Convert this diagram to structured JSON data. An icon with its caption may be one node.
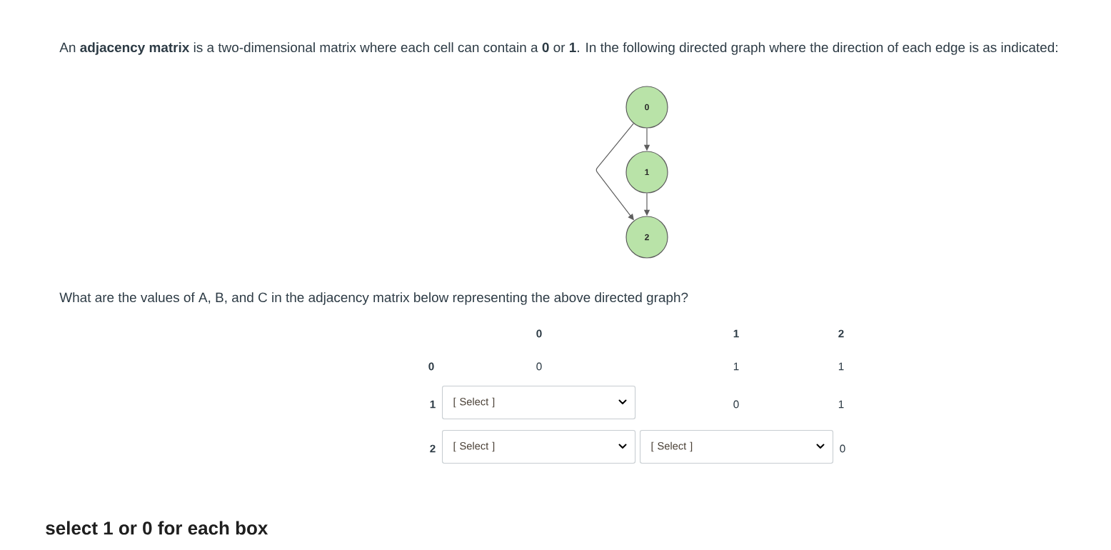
{
  "diagram": {
    "nodes": [
      {
        "text": [
          "0"
        ]
      },
      {
        "text": [
          "1"
        ]
      },
      {
        "text": [
          "2"
        ]
      }
    ],
    "edges": [
      {
        "from": 0,
        "to": 1,
        "arrow": "to"
      },
      {
        "from": 1,
        "to": 2,
        "arrow": "to"
      },
      {
        "from": 0,
        "to": 2,
        "arrow": "to"
      }
    ],
    "labels": [
      "An **adjacency matrix** is a two-dimensional matrix where each cell can contain a **0** or **1**. In the following directed graph where the direction of each edge is as indicated:",
      "What are the values of A, B, and C in the adjacency matrix below representing the above directed graph?",
      "0",
      "1",
      "2",
      "0",
      "0",
      "1",
      "1",
      "1",
      "[ Select ]",
      "0",
      "1",
      "2",
      "[ Select ]",
      "[ Select ]",
      "0",
      "select 1 or 0 for each box"
    ]
  }
}
